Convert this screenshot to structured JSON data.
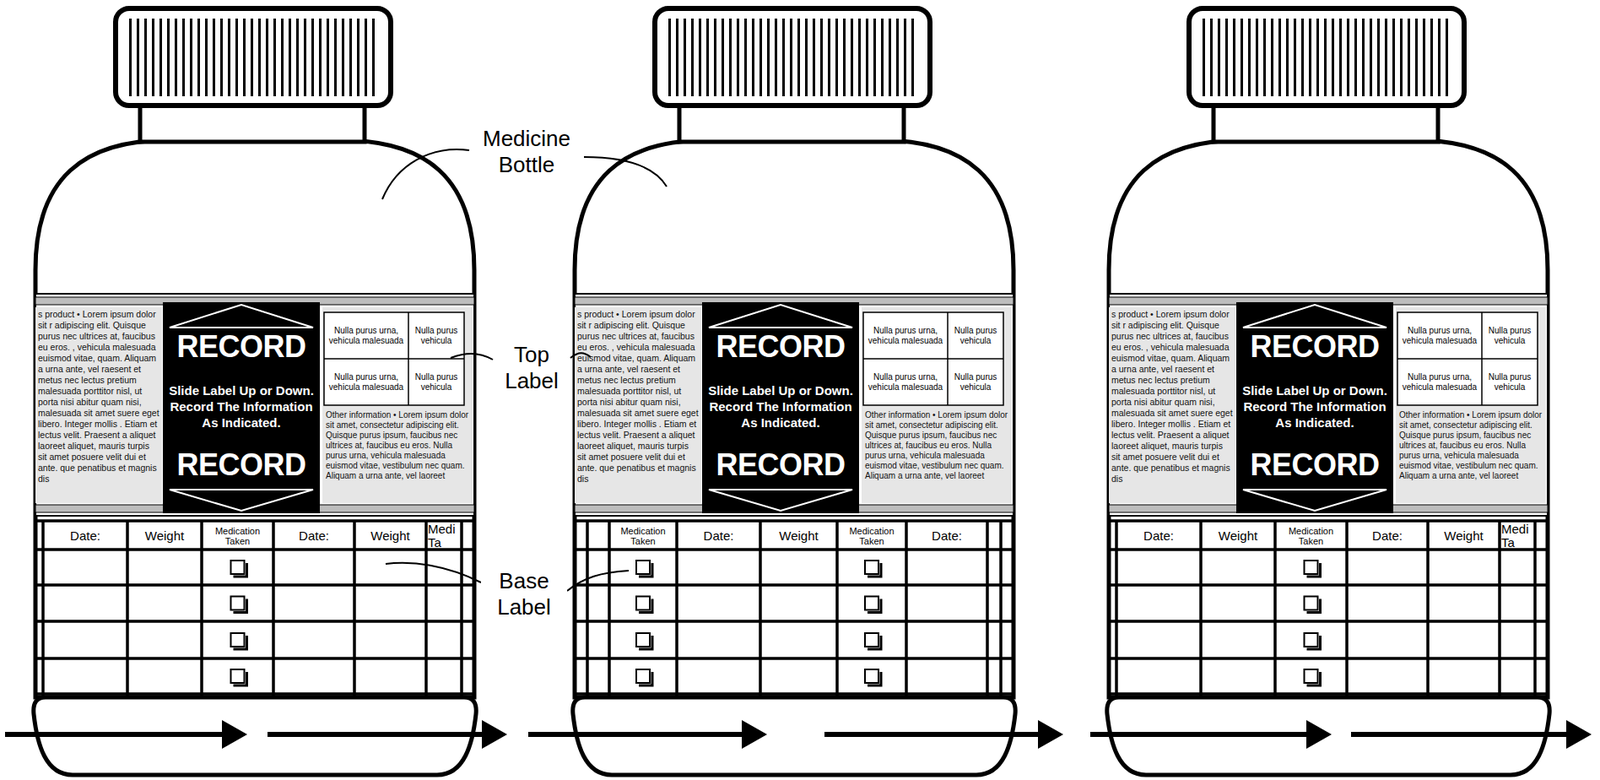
{
  "diagram": {
    "nodes": [
      {
        "text": [
          "RECORD",
          "Slide Label Up or Down. Record The Information As Indicated.",
          "RECORD"
        ]
      },
      {
        "text": [
          "RECORD",
          "Slide Label Up or Down. Record The Information As Indicated.",
          "RECORD"
        ]
      },
      {
        "text": [
          "RECORD",
          "Slide Label Up or Down. Record The Information As Indicated.",
          "RECORD"
        ]
      }
    ],
    "labels": [
      "Medicine Bottle",
      "Top Label",
      "Base Label",
      "s product • Lorem ipsum dolor sit r adipiscing elit. Quisque purus nec ultrices at, faucibus eu eros. , vehicula malesuada euismod vitae, quam. Aliquam a urna ante, vel raesent et metus nec lectus pretium malesuada porttitor nisl, ut porta nisi abitur quam nisi, malesuada sit amet suere eget libero. Integer mollis . Etiam et lectus velit. Praesent a aliquet laoreet aliquet, mauris turpis sit amet posuere velit dui et ante. que penatibus et magnis dis",
      "Nulla purus urna, vehicula malesuada",
      "Nulla purus vehicula",
      "Nulla purus urna, vehicula malesuada",
      "Nulla purus vehicula",
      "Other information • Lorem ipsum dolor sit amet, consectetur adipiscing elit. Quisque purus ipsum, faucibus nec ultrices at, faucibus eu eros. Nulla purus urna, vehicula malesuada euismod vitae, vestibulum nec quam. Aliquam a urna ante, vel laoreet",
      "Date:",
      "Weight",
      "Medication Taken",
      "Date:",
      "Weight",
      "Medi Ta",
      "s product • Lorem ipsum dolor sit r adipiscing elit. Quisque purus nec ultrices at, faucibus eu eros. , vehicula malesuada euismod vitae, quam. Aliquam a urna ante, vel raesent et metus nec lectus pretium malesuada porttitor nisl, ut porta nisi abitur quam nisi, malesuada sit amet suere eget libero. Integer mollis . Etiam et lectus velit. Praesent a aliquet laoreet aliquet, mauris turpis sit amet posuere velit dui et ante. que penatibus et magnis dis",
      "Nulla purus urna, vehicula malesuada",
      "Nulla purus vehicula",
      "Nulla purus urna, vehicula malesuada",
      "Nulla purus vehicula",
      "Other information • Lorem ipsum dolor sit amet, consectetur adipiscing elit. Quisque purus ipsum, faucibus nec ultrices at, faucibus eu eros. Nulla purus urna, vehicula malesuada euismod vitae, vestibulum nec quam. Aliquam a urna ante, vel laoreet",
      "Medication Taken",
      "Date:",
      "Weight",
      "Medication Taken",
      "Date:",
      "s product • Lorem ipsum dolor sit r adipiscing elit. Quisque purus nec ultrices at, faucibus eu eros. , vehicula malesuada euismod vitae, quam. Aliquam a urna ante, vel raesent et metus nec lectus pretium malesuada porttitor nisl, ut porta nisi abitur quam nisi, malesuada sit amet suere eget libero. Integer mollis . Etiam et lectus velit. Praesent a aliquet laoreet aliquet, mauris turpis sit amet posuere velit dui et ante. que penatibus et magnis dis",
      "Nulla purus urna, vehicula malesuada",
      "Nulla purus vehicula",
      "Nulla purus urna, vehicula malesuada",
      "Nulla purus vehicula",
      "Other information • Lorem ipsum dolor sit amet, consectetur adipiscing elit. Quisque purus ipsum, faucibus nec ultrices at, faucibus eu eros. Nulla purus urna, vehicula malesuada euismod vitae, vestibulum nec quam. Aliquam a urna ante, vel laoreet",
      "Date:",
      "Weight",
      "Medication Taken",
      "Date:",
      "Weight",
      "Medi Ta"
    ]
  }
}
